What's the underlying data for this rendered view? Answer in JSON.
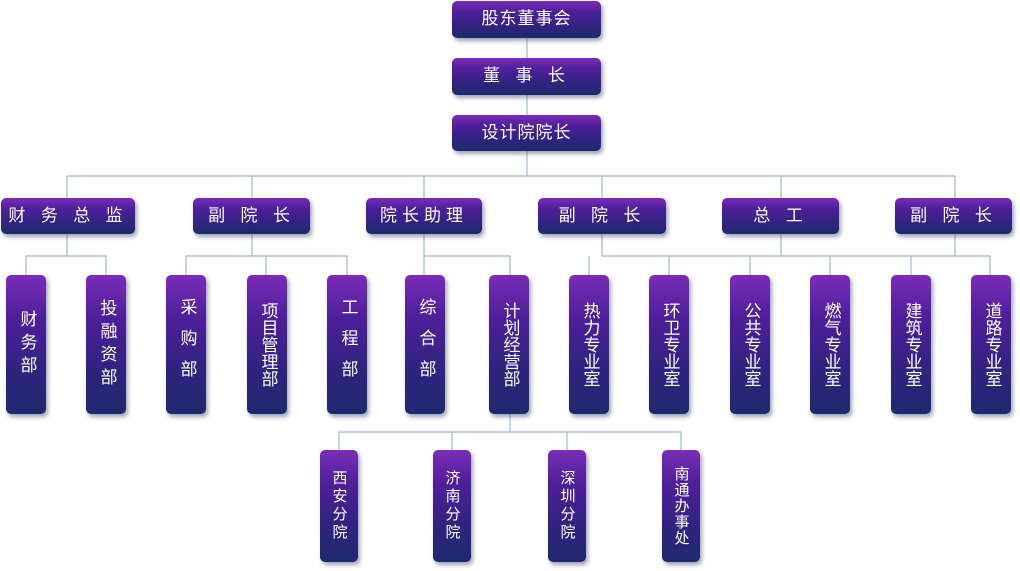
{
  "org_chart": {
    "top": {
      "label": "股东董事会"
    },
    "chairman": {
      "label": "董 事 长"
    },
    "president": {
      "label": "设计院院长"
    },
    "level2": [
      {
        "label": "财 务 总 监"
      },
      {
        "label": "副 院 长"
      },
      {
        "label": "院长助理"
      },
      {
        "label": "副 院 长"
      },
      {
        "label": "总 工"
      },
      {
        "label": "副 院 长"
      }
    ],
    "departments": [
      {
        "label": "财务部"
      },
      {
        "label": "投融资部"
      },
      {
        "label": "采购部"
      },
      {
        "label": "项目管理部"
      },
      {
        "label": "工程部"
      },
      {
        "label": "综合部"
      },
      {
        "label": "计划经营部"
      },
      {
        "label": "热力专业室"
      },
      {
        "label": "环卫专业室"
      },
      {
        "label": "公共专业室"
      },
      {
        "label": "燃气专业室"
      },
      {
        "label": "建筑专业室"
      },
      {
        "label": "道路专业室"
      }
    ],
    "branches": [
      {
        "label": "西安分院"
      },
      {
        "label": "济南分院"
      },
      {
        "label": "深圳分院"
      },
      {
        "label": "南通办事处"
      }
    ]
  },
  "colors": {
    "node_top": "#7a2db8",
    "node_bottom": "#1d2a6e",
    "connector": "#9fb6cf"
  }
}
